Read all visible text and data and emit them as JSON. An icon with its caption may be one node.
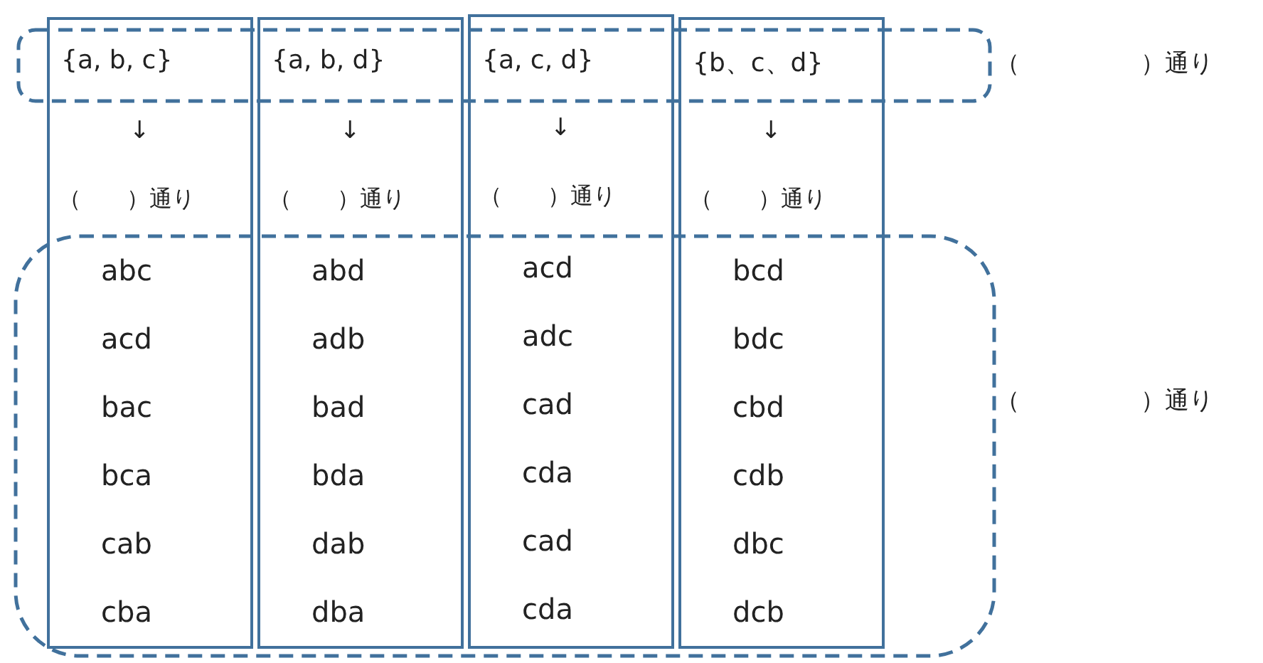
{
  "diagram": {
    "nodes": [
      {
        "text": [
          "↓",
          "（　　）通り",
          "abc",
          "acd",
          "bac",
          "bca",
          "cab",
          "cba"
        ]
      },
      {
        "text": [
          "↓",
          "（　　）通り",
          "abd",
          "adb",
          "bad",
          "bda",
          "dab",
          "dba"
        ]
      },
      {
        "text": [
          "↓",
          "（　　）通り",
          "acd",
          "adc",
          "cad",
          "cda",
          "cad",
          "cda"
        ]
      },
      {
        "text": [
          "↓",
          "（　　）通り",
          "bcd",
          "bdc",
          "cbd",
          "cdb",
          "dbc",
          "dcb"
        ]
      },
      {
        "text": [
          "{a, b, c}",
          "{a, b, d}",
          "{a, c, d}",
          "{b、c、d}"
        ],
        "beside": [
          "（　　　　　）通り"
        ]
      },
      {
        "text": [],
        "shape": "box",
        "beside": [
          "（　　　　　）通り"
        ]
      }
    ]
  }
}
